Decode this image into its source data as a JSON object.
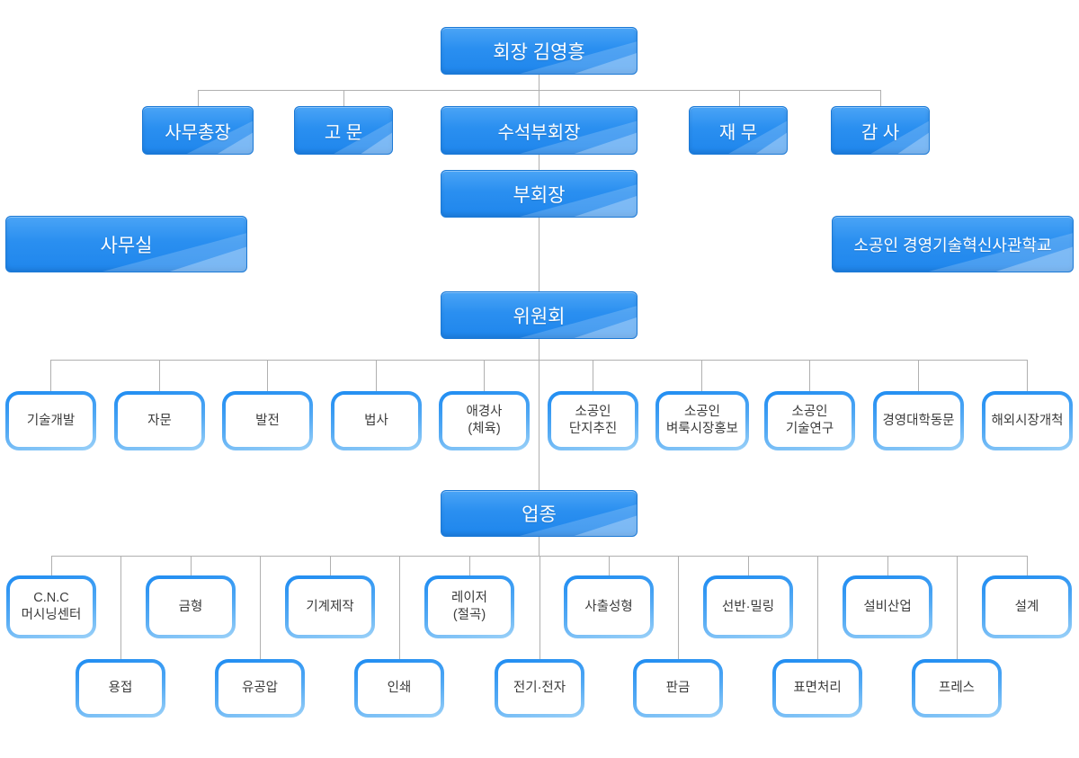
{
  "org": {
    "root": "회장 김영흥",
    "executives": [
      "사무총장",
      "고 문",
      "수석부회장",
      "재 무",
      "감 사"
    ],
    "vice_chair": "부회장",
    "office": "사무실",
    "academy": "소공인 경영기술혁신사관학교",
    "committee_header": "위원회",
    "committees": [
      "기술개발",
      "자문",
      "발전",
      "법사",
      "애경사\n(체육)",
      "소공인\n단지추진",
      "소공인\n벼룩시장홍보",
      "소공인\n기술연구",
      "경영대학동문",
      "해외시장개척"
    ],
    "industry_header": "업종",
    "industries_row1": [
      "C.N.C\n머시닝센터",
      "금형",
      "기계제작",
      "레이저\n(절곡)",
      "사출성형",
      "선반·밀링",
      "설비산업",
      "설계"
    ],
    "industries_row2": [
      "용접",
      "유공압",
      "인쇄",
      "전기·전자",
      "판금",
      "표면처리",
      "프레스"
    ]
  },
  "colors": {
    "box_blue": "#2a8ff0",
    "box_blue_light": "#4aa4f6",
    "box_blue_dark": "#1b79d6",
    "white_border_top": "#1e8cf2",
    "white_border_bottom": "#9bd1f8",
    "connector": "#b0b0b0",
    "text_dark": "#3c3c3c"
  }
}
